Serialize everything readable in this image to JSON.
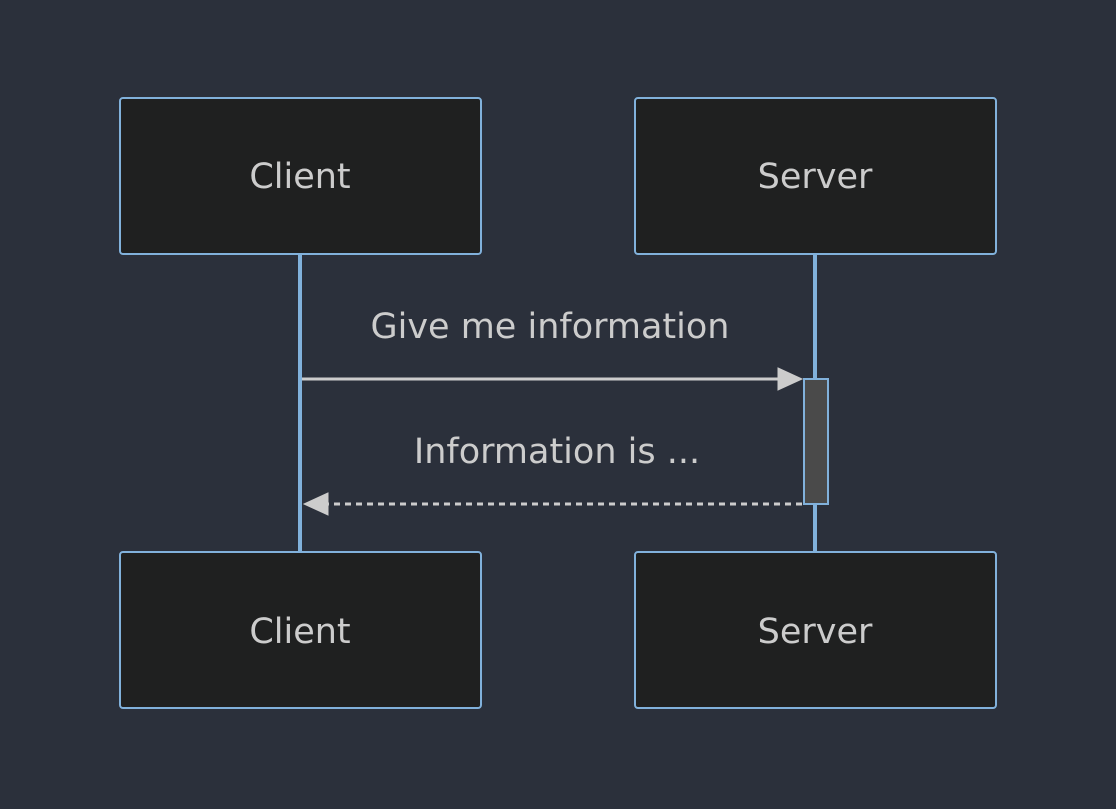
{
  "participants": [
    {
      "id": "client",
      "label": "Client"
    },
    {
      "id": "server",
      "label": "Server"
    }
  ],
  "messages": [
    {
      "from": "client",
      "to": "server",
      "label": "Give me information",
      "style": "solid"
    },
    {
      "from": "server",
      "to": "client",
      "label": "Information is ...",
      "style": "dashed"
    }
  ],
  "colors": {
    "background": "#2b303b",
    "actor_fill": "#1f2020",
    "actor_border": "#81b1db",
    "lifeline": "#81b1db",
    "text": "#cccccc",
    "activation_fill": "#4a4a4a"
  }
}
